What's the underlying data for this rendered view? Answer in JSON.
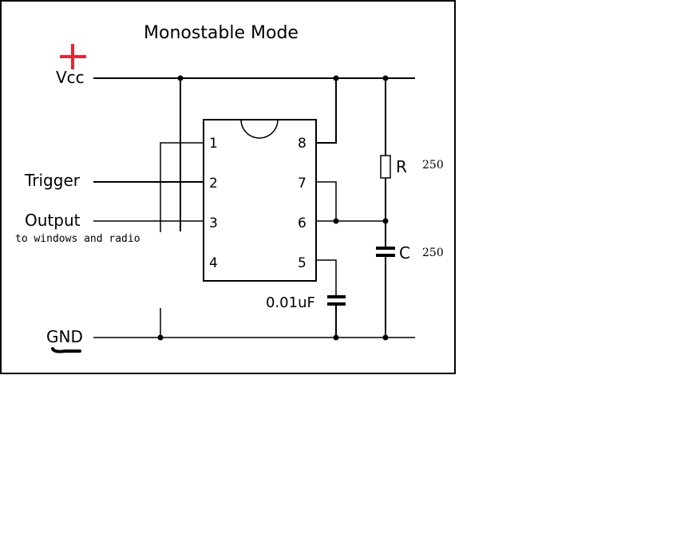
{
  "title": "Monostable Mode",
  "vcc_label": "Vcc",
  "gnd_label": "GND",
  "trigger_label": "Trigger",
  "output_label": "Output",
  "output_note": "to windows and radio",
  "resistor_label": "R",
  "resistor_value": "250",
  "capacitor_label": "C",
  "capacitor_value": "250",
  "control_cap_label": "0.01uF",
  "pins": {
    "p1": "1",
    "p2": "2",
    "p3": "3",
    "p4": "4",
    "p5": "5",
    "p6": "6",
    "p7": "7",
    "p8": "8"
  },
  "colors": {
    "plus_sign": "#e32636",
    "wire": "#000000",
    "gnd_mark": "#000000"
  },
  "icons": {
    "vcc": "plus-icon",
    "gnd": "ground-bar-icon"
  }
}
